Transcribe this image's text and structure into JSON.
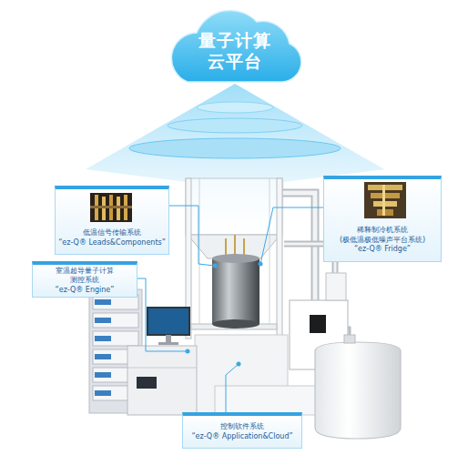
{
  "diagram": {
    "nodes": [
      {
        "text": [
          "量子计算 云平台"
        ]
      },
      {
        "text": [
          "低温信号传输系统",
          "“ez-Q® Leads&Components”"
        ]
      },
      {
        "text": [
          "稀释制冷机系统 (极低温极低噪声平台系统)",
          "“ez-Q® Fridge”"
        ]
      },
      {
        "text": [
          "室温超导量子计算 测控系统",
          "“ez-Q® Engine”"
        ]
      },
      {
        "text": [
          "控制软件系统",
          "“ez-Q® Application&Cloud”"
        ]
      }
    ]
  }
}
